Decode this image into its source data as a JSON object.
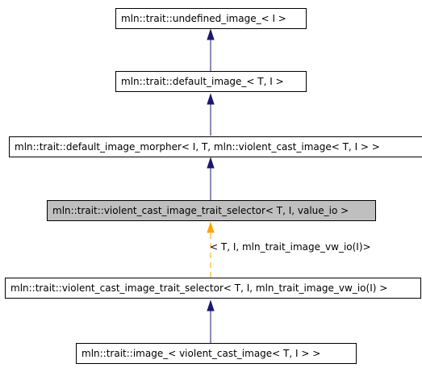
{
  "diagram": {
    "nodes": {
      "undefined_image": "mln::trait::undefined_image_< I >",
      "default_image": "mln::trait::default_image_< T, I >",
      "default_image_morpher": "mln::trait::default_image_morpher< I, T, mln::violent_cast_image< T, I > >",
      "selector_value_io": "mln::trait::violent_cast_image_trait_selector< T, I, value_io >",
      "selector_vw_io": "mln::trait::violent_cast_image_trait_selector< T, I, mln_trait_image_vw_io(I) >",
      "image": "mln::trait::image_< violent_cast_image< T, I > >"
    },
    "edge_label": "< T, I, mln_trait_image_vw_io(I)>",
    "colors": {
      "inheritance_arrow": "#191970",
      "template_arrow": "#ffa500",
      "highlight_fill": "#bfbfbf"
    }
  }
}
